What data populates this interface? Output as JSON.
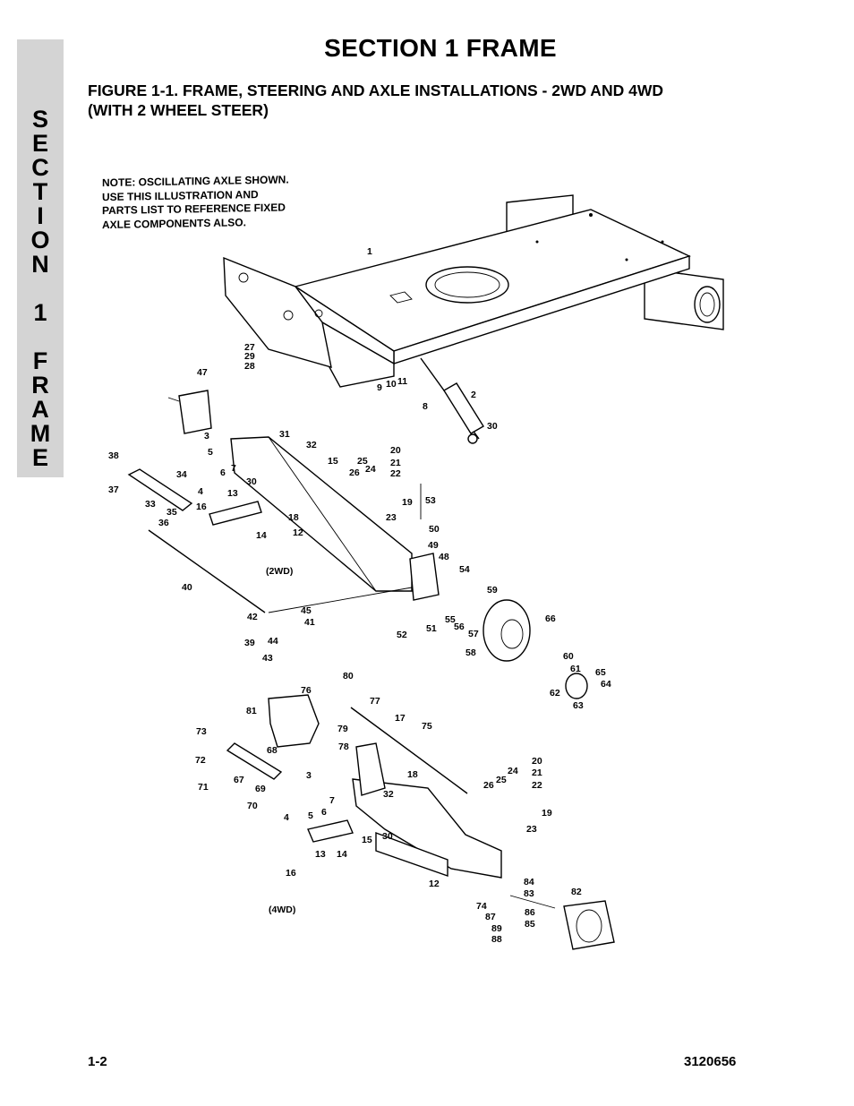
{
  "side_tab": {
    "letters": [
      "S",
      "E",
      "C",
      "T",
      "I",
      "O",
      "N",
      "",
      "1",
      "",
      "F",
      "R",
      "A",
      "M",
      "E"
    ]
  },
  "header": {
    "section_title": "SECTION 1  FRAME",
    "figure_caption_line1": "FIGURE 1-1.   FRAME, STEERING AND AXLE INSTALLATIONS - 2WD AND 4WD",
    "figure_caption_line2": "(WITH 2 WHEEL STEER)"
  },
  "diagram": {
    "note_lines": [
      "NOTE: OSCILLATING AXLE SHOWN.",
      "USE  THIS  ILLUSTRATION  AND",
      "PARTS LIST TO REFERENCE FIXED",
      "AXLE COMPONENTS ALSO."
    ],
    "label_2wd": "(2WD)",
    "label_4wd": "(4WD)",
    "callouts_frame": [
      "1",
      "2",
      "8",
      "9",
      "10",
      "11",
      "27",
      "28",
      "29",
      "30",
      "47"
    ],
    "callouts_2wd": [
      "3",
      "4",
      "5",
      "6",
      "7",
      "12",
      "13",
      "14",
      "15",
      "16",
      "18",
      "19",
      "20",
      "21",
      "22",
      "23",
      "24",
      "25",
      "26",
      "30",
      "31",
      "32",
      "33",
      "34",
      "35",
      "36",
      "37",
      "38",
      "39",
      "40",
      "41",
      "42",
      "43",
      "44",
      "45",
      "48",
      "49",
      "50",
      "51",
      "52",
      "53",
      "54",
      "55",
      "56",
      "57",
      "58",
      "59",
      "60",
      "61",
      "62",
      "63",
      "64",
      "65",
      "66"
    ],
    "callouts_4wd": [
      "3",
      "4",
      "5",
      "6",
      "7",
      "12",
      "13",
      "14",
      "15",
      "16",
      "17",
      "18",
      "19",
      "20",
      "21",
      "22",
      "23",
      "24",
      "25",
      "26",
      "30",
      "32",
      "67",
      "68",
      "69",
      "70",
      "71",
      "72",
      "73",
      "74",
      "75",
      "76",
      "77",
      "78",
      "79",
      "80",
      "81",
      "82",
      "83",
      "84",
      "85",
      "86",
      "87",
      "88",
      "89"
    ]
  },
  "footer": {
    "page_number": "1-2",
    "doc_number": "3120656"
  }
}
